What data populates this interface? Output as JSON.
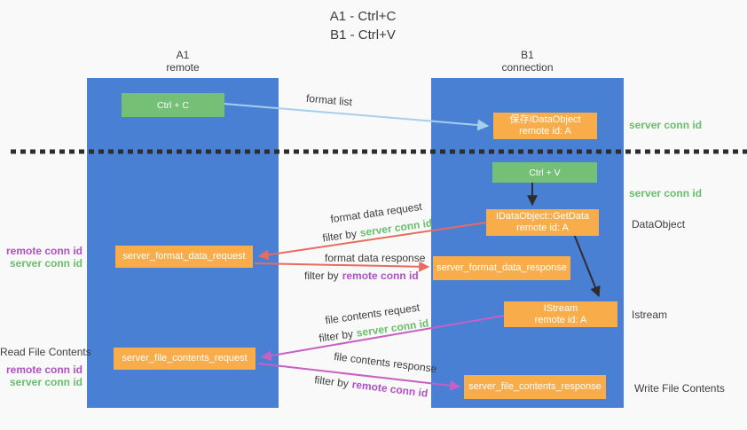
{
  "title": {
    "line1": "A1 - Ctrl+C",
    "line2": "B1 - Ctrl+V"
  },
  "columns": {
    "left": {
      "id": "A1",
      "role": "remote"
    },
    "right": {
      "id": "B1",
      "role": "connection"
    }
  },
  "boxes": {
    "ctrl_c": "Ctrl + C",
    "ctrl_v": "Ctrl + V",
    "save_dataobject": {
      "line1": "保存IDataObject",
      "line2": "remote id: A"
    },
    "getdata": {
      "line1": "IDataObject::GetData",
      "line2": "remote id: A"
    },
    "format_request": "server_format_data_request",
    "format_response": "server_format_data_response",
    "istream": {
      "line1": "IStream",
      "line2": "remote id: A"
    },
    "file_request": "server_file_contents_request",
    "file_response": "server_file_contents_response"
  },
  "tokens": {
    "server_conn_id": "server conn id",
    "remote_conn_id": "remote conn id",
    "filter_by": "filter by"
  },
  "side_labels": {
    "dataobject": "DataObject",
    "istream": "Istream",
    "read_file_contents": "Read File Contents",
    "write_file_contents": "Write File Contents"
  },
  "flow_labels": {
    "format_list": "format list",
    "format_data_request": "format data request",
    "format_data_response": "format data response",
    "file_contents_request": "file contents request",
    "file_contents_response": "file contents response"
  },
  "colors": {
    "panel_blue": "#4a80d4",
    "box_green": "#74c077",
    "box_orange": "#f9ad4a",
    "arrow_light_blue": "#a6cfec",
    "arrow_salmon": "#e96b5f",
    "arrow_magenta": "#c85fc3",
    "arrow_black": "#2d2d2d",
    "text_green": "#67bf6b",
    "text_purple": "#b04fc6",
    "text_dark": "#3d3d3d"
  }
}
